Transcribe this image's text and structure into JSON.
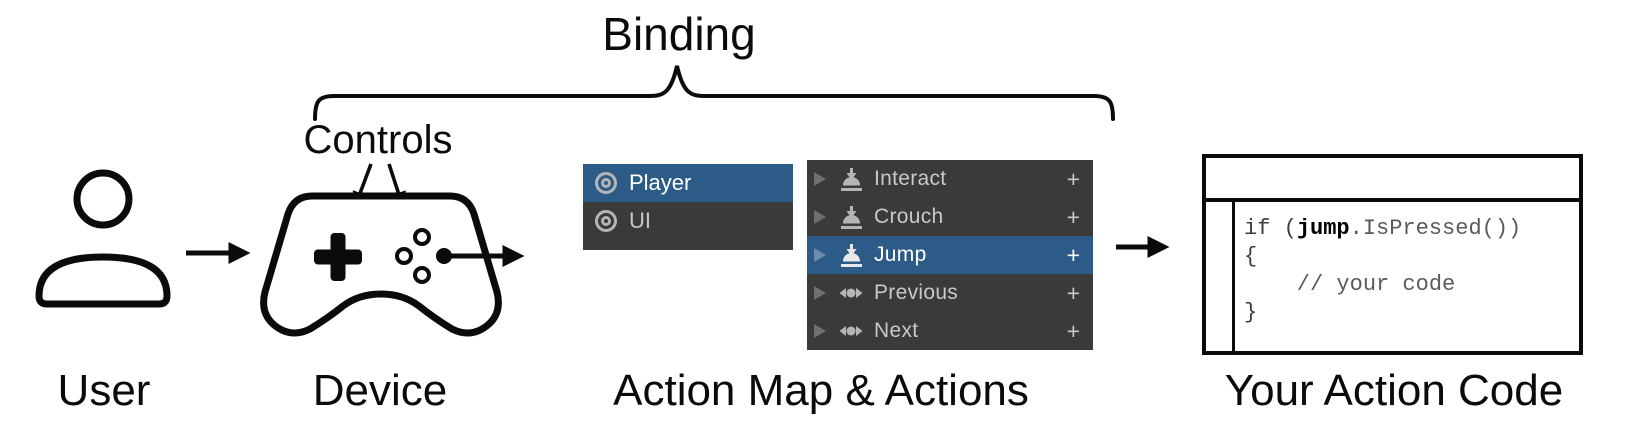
{
  "labels": {
    "binding": "Binding",
    "controls": "Controls",
    "user": "User",
    "device": "Device",
    "action_map": "Action Map & Actions",
    "action_code": "Your Action Code"
  },
  "colors": {
    "selection_blue": "#2d5b87",
    "panel_dark": "#3a3a3a",
    "row_text": "#c8c8c8",
    "selected_text": "#ffffff",
    "icon_gray": "#b5b5b5",
    "line_black": "#0b0b0b"
  },
  "action_maps_panel": {
    "rows": [
      {
        "label": "Player",
        "selected": true,
        "icon": "action-map-icon"
      },
      {
        "label": "UI",
        "selected": false,
        "icon": "action-map-icon"
      }
    ]
  },
  "actions_panel": {
    "add_label": "+",
    "rows": [
      {
        "label": "Interact",
        "selected": false,
        "icon": "button-control-icon"
      },
      {
        "label": "Crouch",
        "selected": false,
        "icon": "button-control-icon"
      },
      {
        "label": "Jump",
        "selected": true,
        "icon": "button-control-icon"
      },
      {
        "label": "Previous",
        "selected": false,
        "icon": "axis-control-icon"
      },
      {
        "label": "Next",
        "selected": false,
        "icon": "axis-control-icon"
      }
    ]
  },
  "code_box": {
    "line1_prefix": "if (",
    "line1_keyword": "jump",
    "line1_suffix": ".IsPressed())",
    "line2": "{",
    "line3": "    // your code",
    "line4": "}"
  }
}
